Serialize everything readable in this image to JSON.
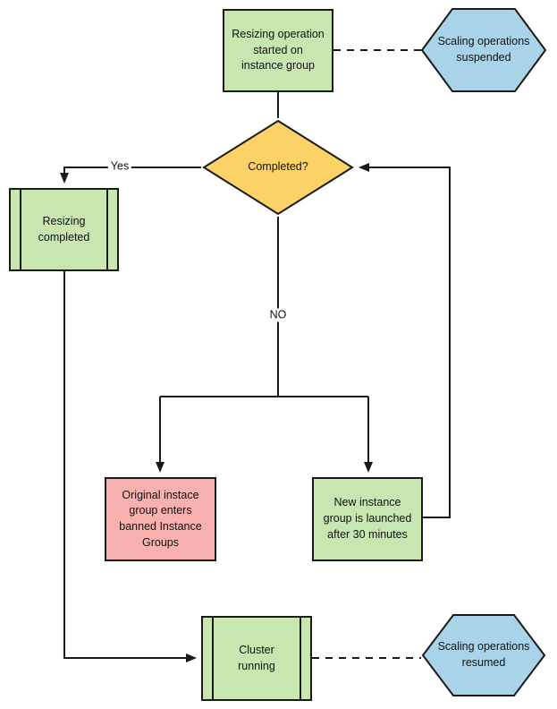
{
  "diagram": {
    "type": "flowchart",
    "nodes": {
      "start": {
        "label": "Resizing operation\nstarted on\ninstance group",
        "shape": "process"
      },
      "suspended": {
        "label": "Scaling operations\nsuspended",
        "shape": "hexagon-terminator"
      },
      "completed": {
        "label": "Completed?",
        "shape": "decision-diamond"
      },
      "resizing_completed": {
        "label": "Resizing\ncompleted",
        "shape": "predefined-process"
      },
      "banned_group": {
        "label": "Original instace\ngroup enters\nbanned Instance\nGroups",
        "shape": "process"
      },
      "new_group": {
        "label": "New instance\ngroup is launched\nafter 30 minutes",
        "shape": "process"
      },
      "cluster_running": {
        "label": "Cluster\nrunning",
        "shape": "predefined-process"
      },
      "resumed": {
        "label": "Scaling operations\nresumed",
        "shape": "hexagon-terminator"
      }
    },
    "edge_labels": {
      "yes": "Yes",
      "no": "NO"
    },
    "colors": {
      "process_green": "#c8e6b0",
      "decision_yellow": "#fbd266",
      "terminator_blue": "#a9d3e9",
      "banned_pink": "#f8b1ae",
      "line_black": "#1a1a1a"
    }
  }
}
